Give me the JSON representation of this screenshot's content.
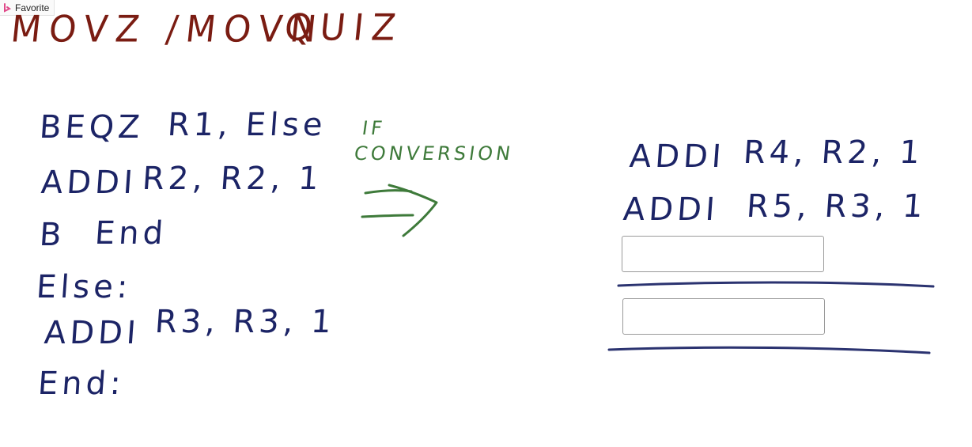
{
  "favorite_bar": {
    "label": "Favorite"
  },
  "title": {
    "left": "MOVZ /MOVN",
    "right": "QUIZ"
  },
  "left_code": {
    "line1_op": "BEQZ",
    "line1_args": "R1, Else",
    "line2_op": "ADDI",
    "line2_args": "R2, R2, 1",
    "line3_op": "B",
    "line3_args": "End",
    "line4": "Else:",
    "line5_op": "ADDI",
    "line5_args": "R3, R3, 1",
    "line6": "End:"
  },
  "conversion_label": {
    "line1": "IF",
    "line2": "CONVERSION"
  },
  "right_code": {
    "line1_op": "ADDI",
    "line1_args": "R4, R2, 1",
    "line2_op": "ADDI",
    "line2_args": "R5, R3, 1"
  },
  "answers": {
    "box1": "",
    "box2": ""
  },
  "colors": {
    "title": "#7a1c12",
    "code": "#1c2466",
    "annotation": "#3e7a3a",
    "underline": "#2b3370"
  }
}
